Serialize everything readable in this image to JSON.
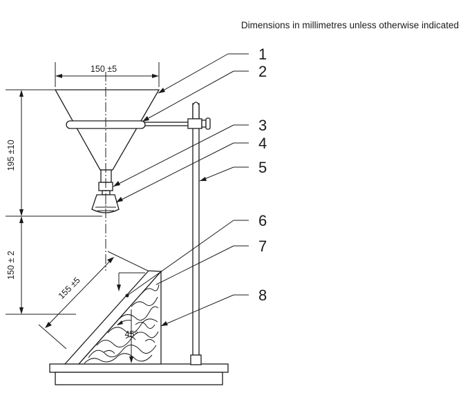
{
  "note": "Dimensions in millimetres unless otherwise indicated",
  "dimensions": {
    "funnel_top_width": "150 ±5",
    "funnel_height": "195 ±10",
    "nozzle_to_specimen": "150 ± 2",
    "specimen_length": "155 ±5",
    "angle": "45°"
  },
  "callouts": [
    "1",
    "2",
    "3",
    "4",
    "5",
    "6",
    "7",
    "8"
  ]
}
